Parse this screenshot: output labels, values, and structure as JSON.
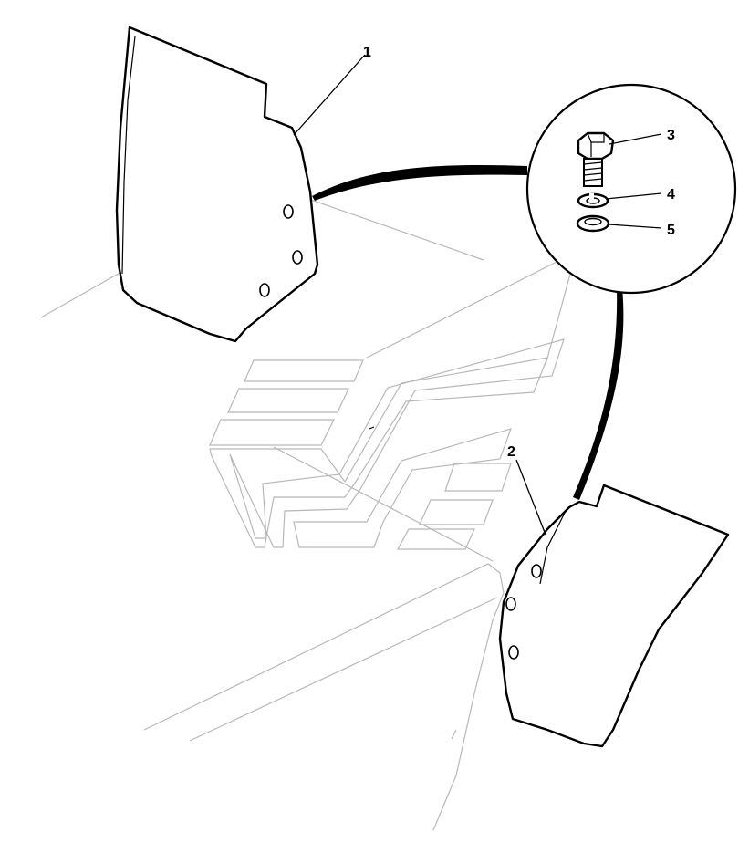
{
  "callouts": [
    {
      "id": "1",
      "label": "1",
      "part": "left-mudflap"
    },
    {
      "id": "2",
      "label": "2",
      "part": "right-mudflap"
    },
    {
      "id": "3",
      "label": "3",
      "part": "hex-bolt"
    },
    {
      "id": "4",
      "label": "4",
      "part": "split-lock-washer"
    },
    {
      "id": "5",
      "label": "5",
      "part": "flat-washer"
    }
  ],
  "colors": {
    "line": "#000000",
    "ghost_line": "#b8b8b8",
    "background": "#ffffff"
  }
}
